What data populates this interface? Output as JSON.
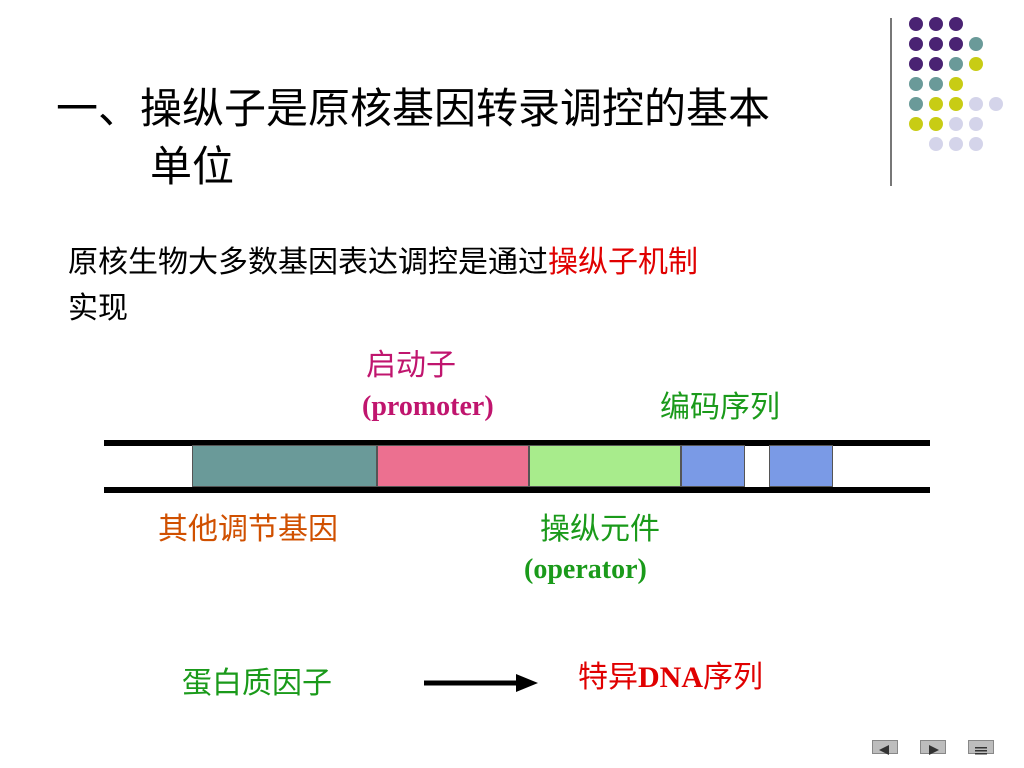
{
  "title": {
    "line1": "一、操纵子是原核基因转录调控的基本",
    "line2": "单位"
  },
  "intro": {
    "prefix": "原核生物大多数基因表达调控是通过",
    "highlight": "操纵子机制",
    "suffix": "实现"
  },
  "labels": {
    "promoter_cn": "启动子",
    "promoter_en": "(promoter)",
    "coding_cn": "编码序列",
    "regulator_cn": "其他调节基因",
    "operator_cn": "操纵元件",
    "operator_en": "(operator)",
    "protein_cn": "蛋白质因子",
    "dna_prefix_cn": "特异",
    "dna_bold": "DNA",
    "dna_suffix_cn": "序列"
  },
  "colors": {
    "regulator_segment": "#6a9a99",
    "promoter_segment": "#ec7090",
    "operator_segment": "#a8ec8c",
    "coding_segment": "#7a9ae6",
    "dot_purple": "#4a2373",
    "dot_teal": "#6a9a99",
    "dot_yellow": "#c8cc14",
    "dot_lavender": "#d4d4ea"
  },
  "nav": {
    "icons": [
      "prev-arrow-icon",
      "next-arrow-icon",
      "menu-icon"
    ]
  }
}
